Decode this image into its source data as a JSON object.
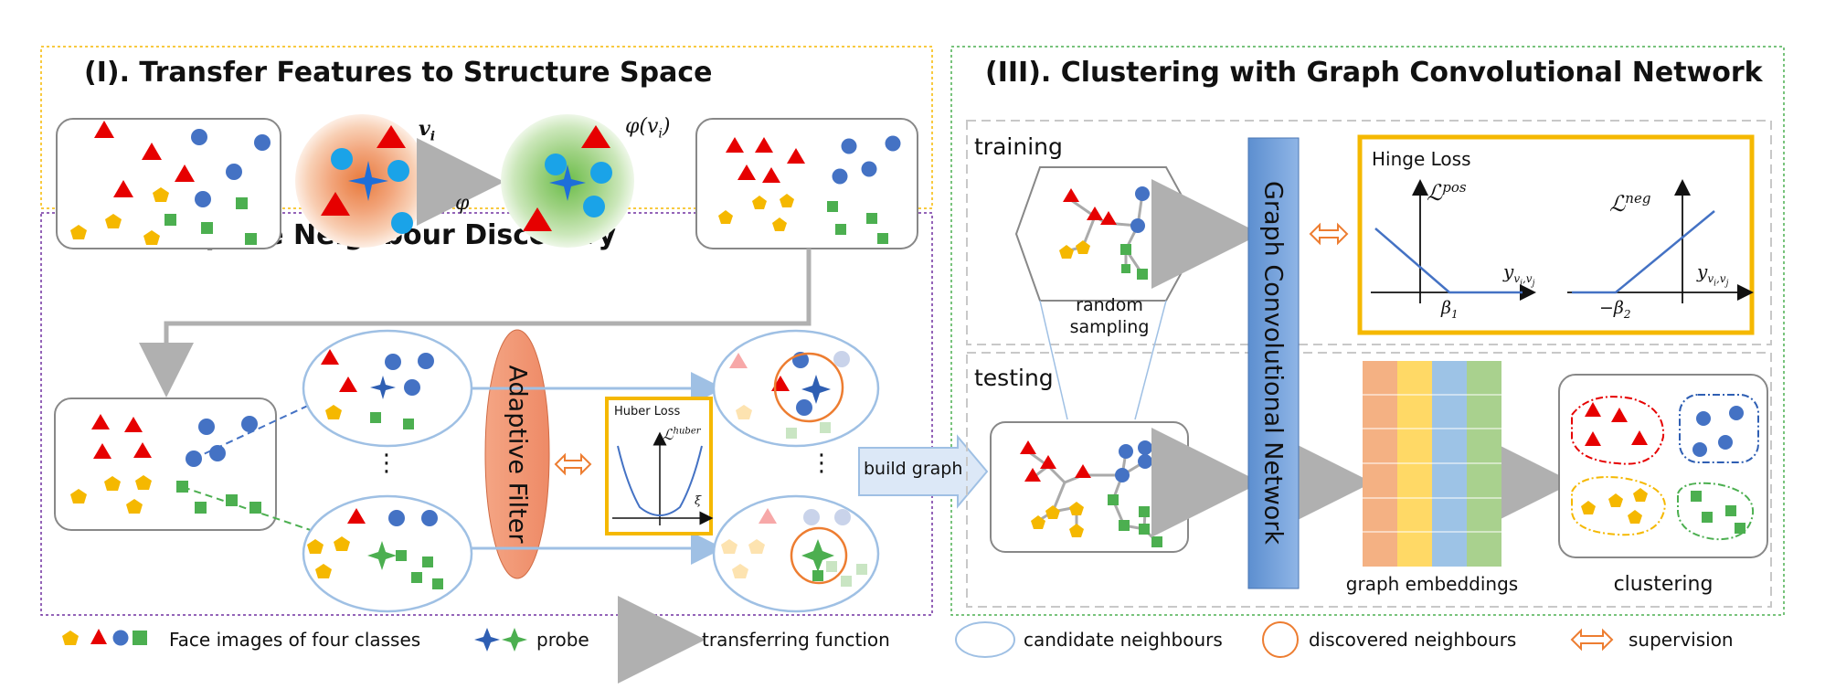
{
  "section1": {
    "title": "(I). Transfer Features to Structure Space"
  },
  "section2": {
    "title": "(II). Adaptive Neighbour Discovery"
  },
  "section3": {
    "title": "(III). Clustering with Graph Convolutional Network"
  },
  "math": {
    "vi": "v",
    "vi_sub": "i",
    "phi": "φ",
    "phi_vi": "φ(v",
    "phi_vi_sub": "i",
    "phi_vi_close": ")"
  },
  "adaptive_filter": "Adaptive Filter",
  "huber": {
    "title": "Huber Loss",
    "L": "ℒ",
    "L_sup": "huber",
    "xi": "ξ"
  },
  "build_graph": "build graph",
  "training": "training",
  "testing": "testing",
  "random_sampling": [
    "random",
    "sampling"
  ],
  "gcn": "Graph Convolutional Network",
  "hinge": {
    "title": "Hinge Loss",
    "L": "ℒ",
    "pos": "pos",
    "neg": "neg",
    "y": "y",
    "y_sub": "v",
    "y_sub2": "i",
    "y_sub3": ",v",
    "y_sub4": "j",
    "beta1": "β",
    "beta1_sub": "1",
    "beta2": "−β",
    "beta2_sub": "2"
  },
  "graph_embeddings": "graph embeddings",
  "clustering": "clustering",
  "dots": "⋮",
  "legend": {
    "face": "Face images of four classes",
    "probe": "probe",
    "transfer": "transferring function",
    "candidate": "candidate neighbours",
    "discovered": "discovered neighbours",
    "supervision": "supervision"
  },
  "colors": {
    "red": "#e60000",
    "blue": "#4472c4",
    "yellow": "#f5b800",
    "green": "#4caf50",
    "cyan": "#1aa3e8",
    "orange": "#ed7d31",
    "gold": "#f5b800",
    "gcn": "#6f9bd4"
  }
}
